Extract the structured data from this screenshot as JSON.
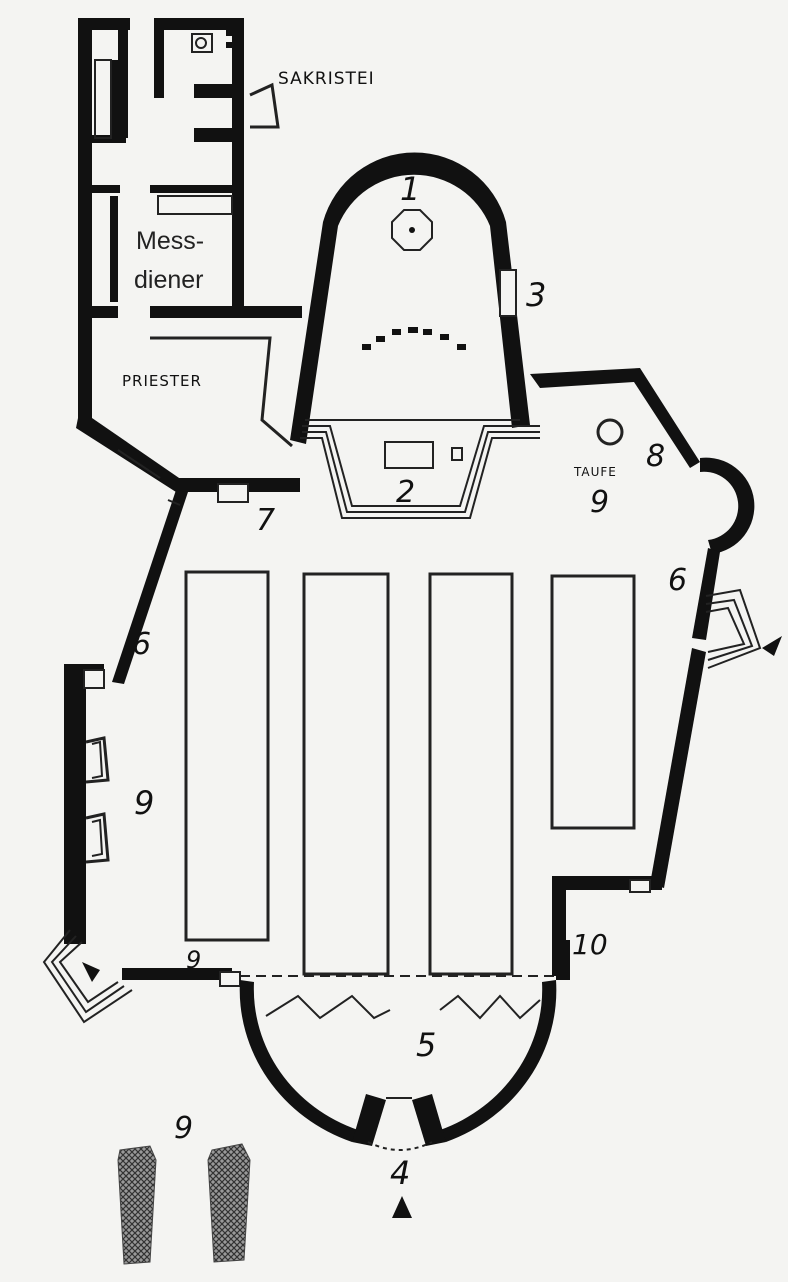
{
  "labels": {
    "sakristei": "SAKRISTEI",
    "messdiener_line1": "Mess-",
    "messdiener_line2": "diener",
    "priester": "PRIESTER",
    "taufe": "TAUFE"
  },
  "numbers": {
    "n1": "1",
    "n2": "2",
    "n3": "3",
    "n4": "4",
    "n5": "5",
    "n6_left": "6",
    "n6_right": "6",
    "n7": "7",
    "n8": "8",
    "n9_taufe": "9",
    "n9_left": "9",
    "n9_bottom_entrance": "9",
    "n9_legend": "9",
    "n10": "10"
  },
  "colors": {
    "wall": "#111111",
    "paper": "#f4f4f2"
  }
}
